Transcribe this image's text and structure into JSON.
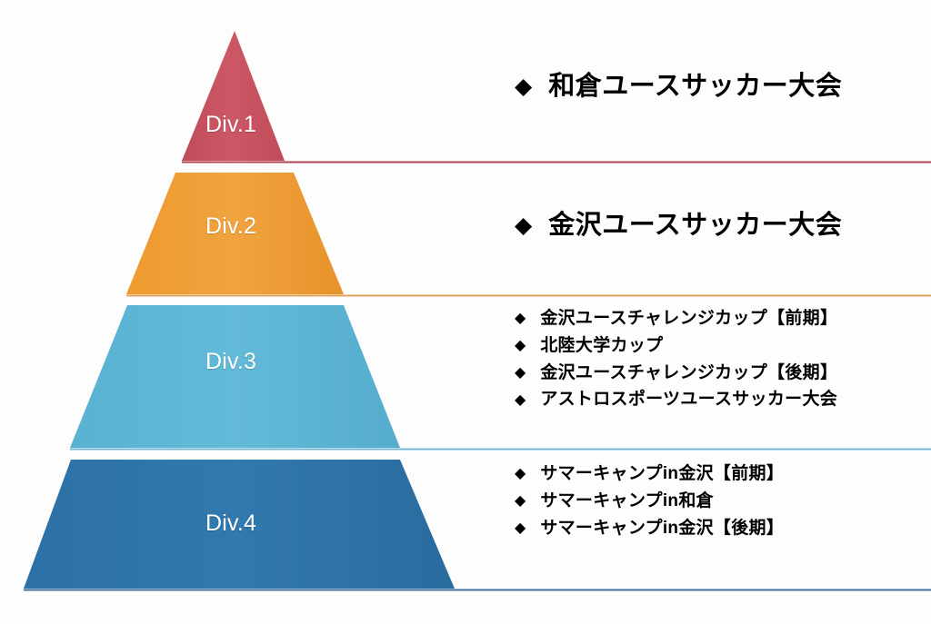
{
  "diagram": {
    "type": "pyramid",
    "title": "",
    "background_color": "#fdfdfd",
    "tiers": [
      {
        "id": "div1",
        "label": "Div.1",
        "fill_color": "#C8505E",
        "line_color": "#B04551",
        "bullet": "◆",
        "headline": "和倉ユースサッカー大会",
        "items": []
      },
      {
        "id": "div2",
        "label": "Div.2",
        "fill_color": "#ED9B33",
        "line_color": "#E2A15C",
        "bullet": "◆",
        "headline": "金沢ユースサッカー大会",
        "items": []
      },
      {
        "id": "div3",
        "label": "Div.3",
        "fill_color": "#5CB4D3",
        "line_color": "#79B8D2",
        "bullet": "◆",
        "headline": "",
        "items": [
          "金沢ユースチャレンジカップ【前期】",
          "北陸大学カップ",
          "金沢ユースチャレンジカップ【後期】",
          "アストロスポーツユースサッカー大会"
        ]
      },
      {
        "id": "div4",
        "label": "Div.4",
        "fill_color": "#2E74A8",
        "line_color": "#3E74A3",
        "bullet": "◆",
        "headline": "",
        "items": [
          "サマーキャンプin金沢【前期】",
          "サマーキャンプin和倉",
          "サマーキャンプin金沢【後期】"
        ]
      }
    ]
  }
}
